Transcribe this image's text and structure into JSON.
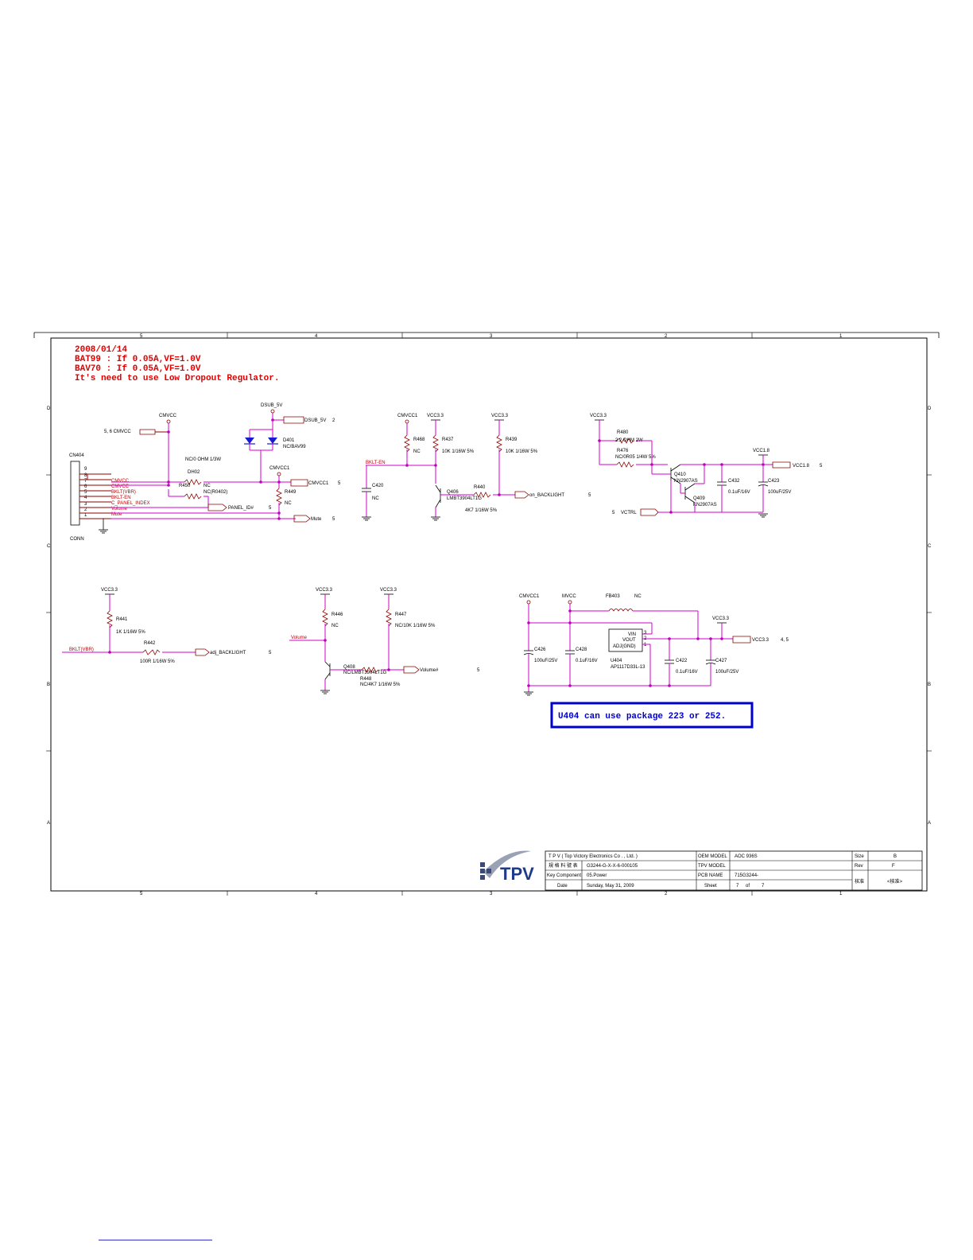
{
  "notes": {
    "date": "2008/01/14",
    "bat99": "BAT99 : If 0.05A,VF=1.0V",
    "bav70": "BAV70 : If 0.05A,VF=1.0V",
    "ldo": "It's need to use Low Dropout Regulator."
  },
  "border": {
    "cols": [
      "5",
      "4",
      "3",
      "2",
      "1"
    ],
    "rows": [
      "D",
      "C",
      "B",
      "A"
    ]
  },
  "connector": {
    "ref": "CN404",
    "type": "CONN",
    "pins": [
      "9",
      "8",
      "7",
      "6",
      "5",
      "4",
      "3",
      "2",
      "1"
    ],
    "signals": [
      "CMVCC",
      "CMVCC",
      "BKLT(VBR)",
      "BKLT-EN",
      "C_PANEL_INDEX",
      "Volume",
      "Mute"
    ]
  },
  "labels": {
    "cmvcc": "CMVCC",
    "cmvcc_in": "5, 6  CMVCC",
    "dsub5v": "DSUB_5V",
    "dsub5v_port": "DSUB_5V",
    "dsub5v_page": "2",
    "d401": "D401",
    "d401_val": "NC/BAV99",
    "r402": "DH02",
    "r402_val": "NC/0 OHM 1/3W",
    "r450": "R450",
    "r450_val": "NC",
    "r450_alt": "NC(R0402)",
    "cmvcc1": "CMVCC1",
    "cmvcc1_port": "CMVCC1",
    "cmvcc1_page": "5",
    "r449": "R449",
    "r449_val": "NC",
    "panel_id": "PANEL_ID#",
    "panel_id_page": "5",
    "mute": "Mute",
    "mute_page": "5",
    "cmvcc1_b": "CMVCC1",
    "vcc33_a": "VCC3.3",
    "vcc33_b": "VCC3.3",
    "r468": "R468",
    "r468_val": "NC",
    "r437": "R437",
    "r437_val": "10K 1/16W 5%",
    "r439": "R439",
    "r439_val": "10K 1/16W 5%",
    "bklt_en": "BKLT-EN",
    "c420": "C420",
    "c420_val": "NC",
    "q406": "Q406",
    "q406_val": "LMBT3904LT1G",
    "r440": "R440",
    "r440_val": "4K7 1/16W 5%",
    "on_backlight": "on_BACKLIGHT",
    "on_backlight_page": "5",
    "vcc33_c": "VCC3.3",
    "r480": "R480",
    "r480_val": "2.2 OHM 2W",
    "r476": "R476",
    "r476_val": "NC/0R05 1/4W 5%",
    "q410": "Q410",
    "q410_val": "KN2907AS",
    "q409": "Q409",
    "q409_val": "KN2907AS",
    "vctrl": "VCTRL",
    "vctrl_page": "5",
    "c432": "C432",
    "c432_val": "0.1uF/16V",
    "c423": "C423",
    "c423_val": "100uF/25V",
    "vcc18": "VCC1.8",
    "vcc18_port": "VCC1.8",
    "vcc18_page": "5",
    "vcc33_d": "VCC3.3",
    "r441": "R441",
    "r441_val": "1K 1/16W 5%",
    "bklt_vbr": "BKLT(VBR)",
    "r442": "R442",
    "r442_val": "100R 1/16W 5%",
    "adj_backlight": "adj_BACKLIGHT",
    "adj_backlight_page": "5",
    "vcc33_e": "VCC3.3",
    "vcc33_f": "VCC3.3",
    "r446": "R446",
    "r446_val": "NC",
    "r447": "R447",
    "r447_val": "NC/10K 1/16W 5%",
    "volume": "Volume",
    "q408": "Q408",
    "q408_val": "NC/LMBT3904LT1G",
    "r448": "R448",
    "r448_val": "NC/4K7 1/16W 5%",
    "volume_out": "Volume#",
    "volume_page": "5",
    "cmvcc1_c": "CMVCC1",
    "mvcc": "MVCC",
    "fb403": "FB403",
    "fb403_val": "NC",
    "vcc33_g": "VCC3.3",
    "vcc33_port": "VCC3.3",
    "vcc33_page": "4, 5",
    "c426": "C426",
    "c426_val": "100uF/25V",
    "c428": "C428",
    "c428_val": "0.1uF/16V",
    "u404": "U404",
    "u404_val": "AP1117D33L-13",
    "u404_vin": "VIN",
    "u404_vout": "VOUT",
    "u404_adj": "ADJ(GND)",
    "c422": "C422",
    "c422_val": "0.1uF/16V",
    "c427": "C427",
    "c427_val": "100uF/25V",
    "pin3": "3",
    "pin2": "2",
    "pin1": "1"
  },
  "callout": "U404 can use package 223 or 252.",
  "title_block": {
    "company": "T P V  ( Top   Victory   Electronics   Co . ,  Ltd. )",
    "logo": "TPV",
    "row1_label": "規 格 料 號 表",
    "row1_value": "G3244-G-X-X-6-000105",
    "row2_label": "Key Component",
    "row2_value": "05.Power",
    "row3_label": "Date",
    "row3_value": "Sunday, May 31, 2009",
    "oem_label": "OEM MODEL",
    "oem_value": "AOC 936S",
    "tpv_label": "TPV MODEL",
    "tpv_value": "",
    "pcb_label": "PCB NAME",
    "pcb_value": "715G3244-",
    "sheet_label": "Sheet",
    "sheet_value": "7",
    "of_label": "of",
    "of_value": "7",
    "size_label": "Size",
    "size_value": "B",
    "rev_label": "Rev",
    "rev_value": "F",
    "note_label": "核准",
    "note_value": "<核准>"
  },
  "colors": {
    "wire": "#8b0000",
    "net": "#d000d0",
    "note": "#e00000",
    "callout": "#0000cc"
  }
}
